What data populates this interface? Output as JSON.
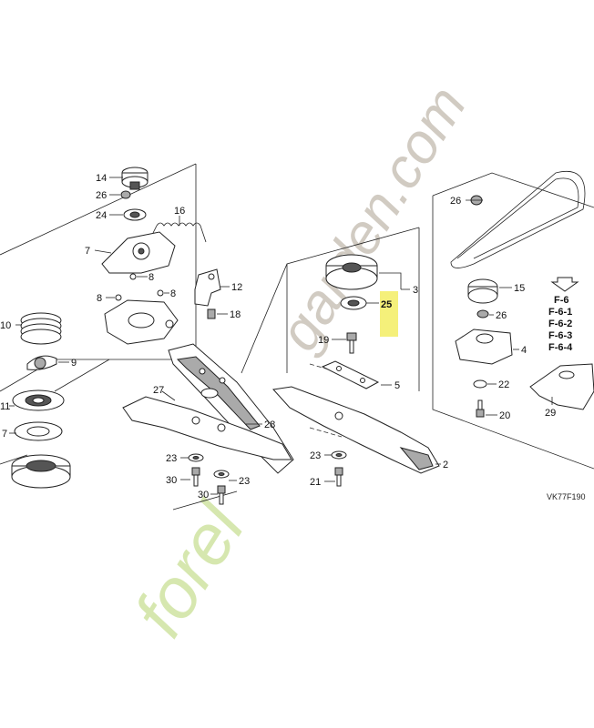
{
  "diagram": {
    "labels": {
      "p2": "2",
      "p3": "3",
      "p4": "4",
      "p5": "5",
      "p7a": "7",
      "p7b": "7",
      "p8": "8",
      "p9": "9",
      "p10": "10",
      "p11": "11",
      "p12": "12",
      "p14": "14",
      "p15": "15",
      "p16": "16",
      "p18": "18",
      "p19": "19",
      "p20": "20",
      "p21": "21",
      "p22": "22",
      "p23a": "23",
      "p23b": "23",
      "p23c": "23",
      "p24": "24",
      "p25": "25",
      "p26a": "26",
      "p26b": "26",
      "p26c": "26",
      "p27": "27",
      "p28": "28",
      "p29": "29",
      "p30a": "30",
      "p30b": "30"
    },
    "ref_pages": [
      "F-6",
      "F-6-1",
      "F-6-2",
      "F-6-3",
      "F-6-4"
    ],
    "figure_code": "VK77F190",
    "watermark": "forelgarden.com",
    "highlight_color": "#f5f07a",
    "watermark_gray": "#c9c2b8",
    "watermark_green": "#cfe3a2",
    "watermark_orange": "#f7c58a"
  }
}
